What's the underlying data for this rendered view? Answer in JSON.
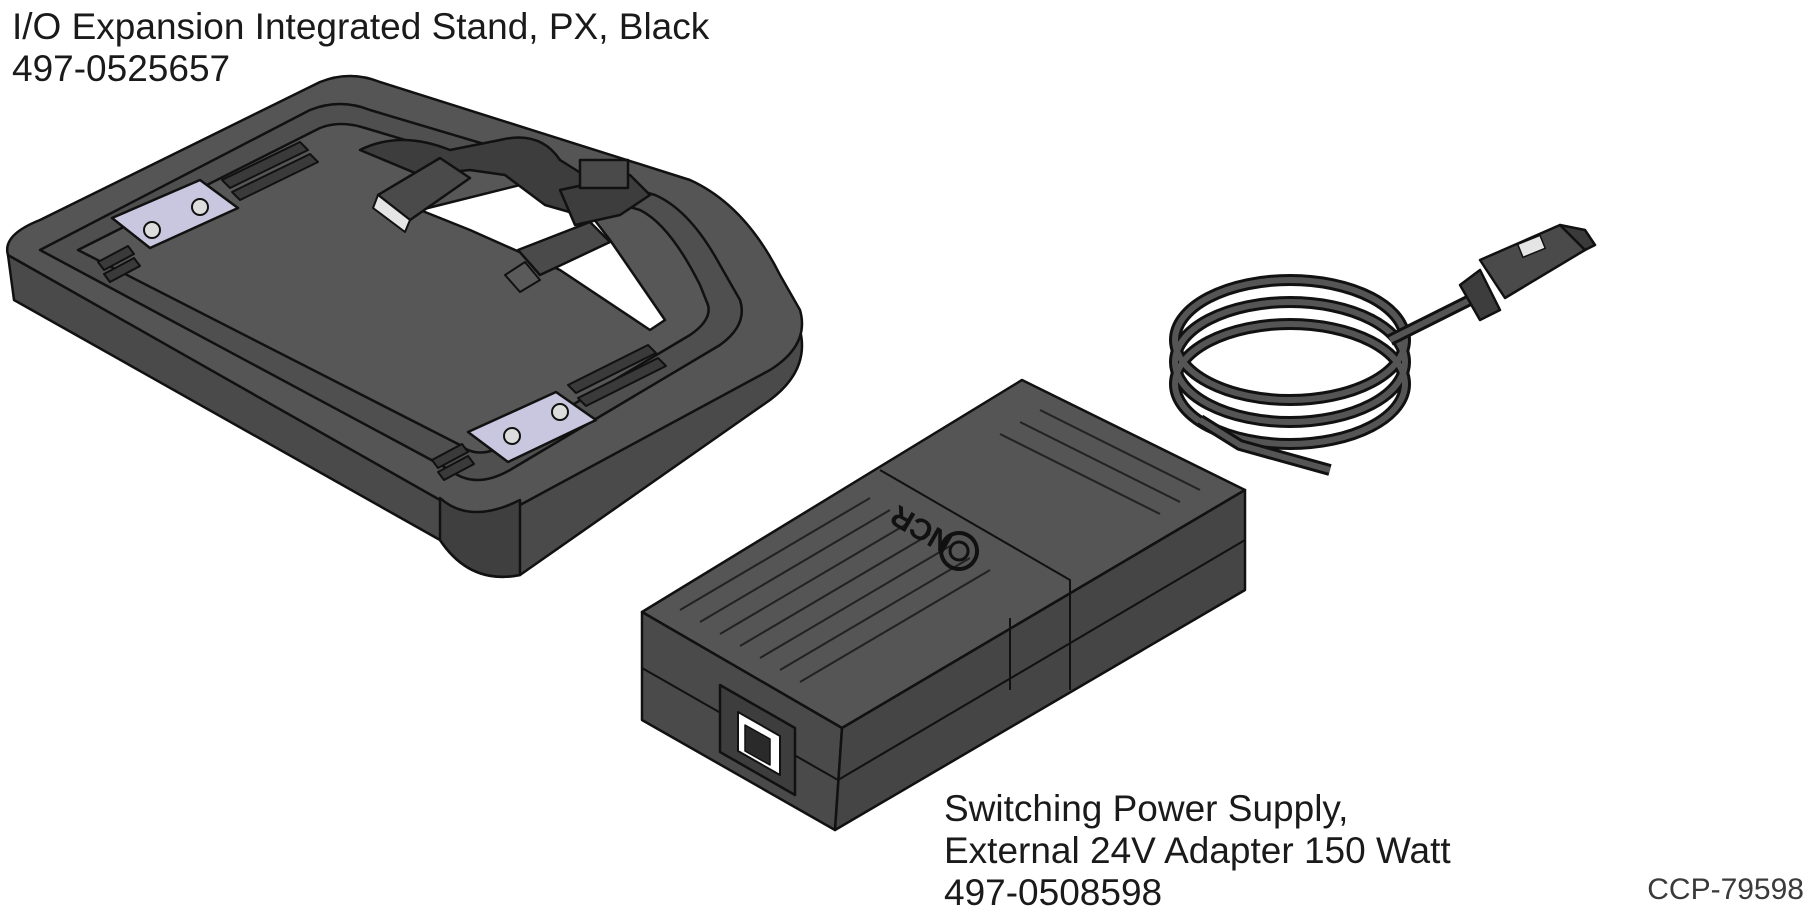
{
  "stand": {
    "name": "I/O Expansion Integrated Stand, PX, Black",
    "part_number": "497-0525657"
  },
  "power_supply": {
    "name_line1": "Switching Power Supply,",
    "name_line2": "External 24V Adapter 150 Watt",
    "part_number": "497-0508598",
    "brand": "NCR"
  },
  "figure_id": "CCP-79598",
  "colors": {
    "body": "#4d4d4d",
    "body_light": "#5c5c5c",
    "body_dark": "#3a3a3a",
    "edge": "#111111",
    "plate": "#c9c7df"
  }
}
